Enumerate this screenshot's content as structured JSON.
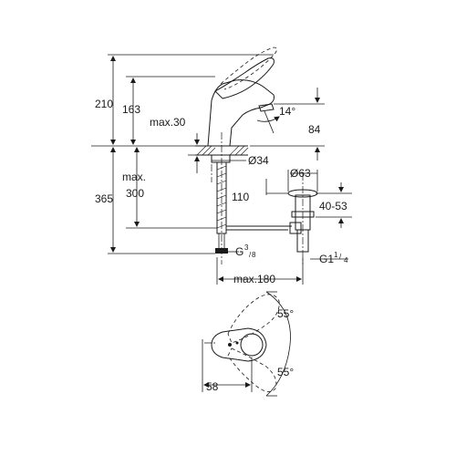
{
  "dimensions": {
    "total_height_top": "210",
    "spout_height": "163",
    "max_deck_thickness": "max.30",
    "spout_angle": "14°",
    "spout_reach_depth": "84",
    "hole_diameter": "Ø34",
    "max_below_label": "max.",
    "max_below_value": "300",
    "total_height_bottom": "365",
    "drain_diameter": "Ø63",
    "hose_offset": "110",
    "drain_range": "40-53",
    "connection_base": "G",
    "connection_num": "3",
    "connection_den": "8",
    "waste_base": "G1",
    "waste_num": "1",
    "waste_den": "4",
    "max_reach": "max.180",
    "lever_angle_top": "55°",
    "lever_angle_bottom": "55°",
    "lever_offset": "58"
  }
}
